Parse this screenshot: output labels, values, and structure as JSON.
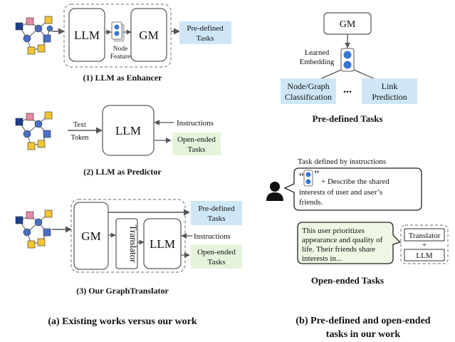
{
  "panel_a": {
    "s1": {
      "llm": "LLM",
      "node_feature_line1": "Node",
      "node_feature_line2": "Feature",
      "gm": "GM",
      "tasks_line1": "Pre-defined",
      "tasks_line2": "Tasks",
      "caption": "(1) LLM as Enhancer"
    },
    "s2": {
      "text_token_line1": "Text",
      "text_token_line2": "Token",
      "llm": "LLM",
      "instructions": "Instructions",
      "tasks_line1": "Open-ended",
      "tasks_line2": "Tasks",
      "caption": "(2) LLM as Predictor"
    },
    "s3": {
      "gm": "GM",
      "translator": "Translator",
      "llm": "LLM",
      "predefined_line1": "Pre-defined",
      "predefined_line2": "Tasks",
      "instructions": "Instructions",
      "openended_line1": "Open-ended",
      "openended_line2": "Tasks",
      "caption": "(3) Our GraphTranslator"
    },
    "caption": "(a) Existing works versus our work"
  },
  "panel_b": {
    "top": {
      "gm": "GM",
      "learned_line1": "Learned",
      "learned_line2": "Embedding",
      "node_graph_line1": "Node/Graph",
      "node_graph_line2": "Classification",
      "dots": "...",
      "link_line1": "Link",
      "link_line2": "Prediction",
      "heading": "Pre-defined Tasks"
    },
    "bottom": {
      "task_defined": "Task defined by instructions",
      "quote_open": "“",
      "quote_close": "”",
      "describe_line1": "+ Describe the shared",
      "describe_line2": "interests of user and user’s",
      "describe_line3": "friends.",
      "answer_line1": "This user prioritizes",
      "answer_line2": "appearance and quality of",
      "answer_line3": "life. Their friends share",
      "answer_line4": "interests in...",
      "translator": "Translator",
      "plus": "+",
      "llm": "LLM",
      "heading": "Open-ended Tasks"
    },
    "caption_line1": "(b) Pre-defined and open-ended",
    "caption_line2": "tasks in our work"
  },
  "colors": {
    "node_blue": "#4a6fc4",
    "node_yellow": "#f2c531",
    "node_pink": "#e58aa3",
    "task_blue_bg": "#cfe6f7",
    "task_green_bg": "#e6f3dc",
    "answer_green_bg": "#eef6e4",
    "embedding_blue": "#3a78d0"
  }
}
